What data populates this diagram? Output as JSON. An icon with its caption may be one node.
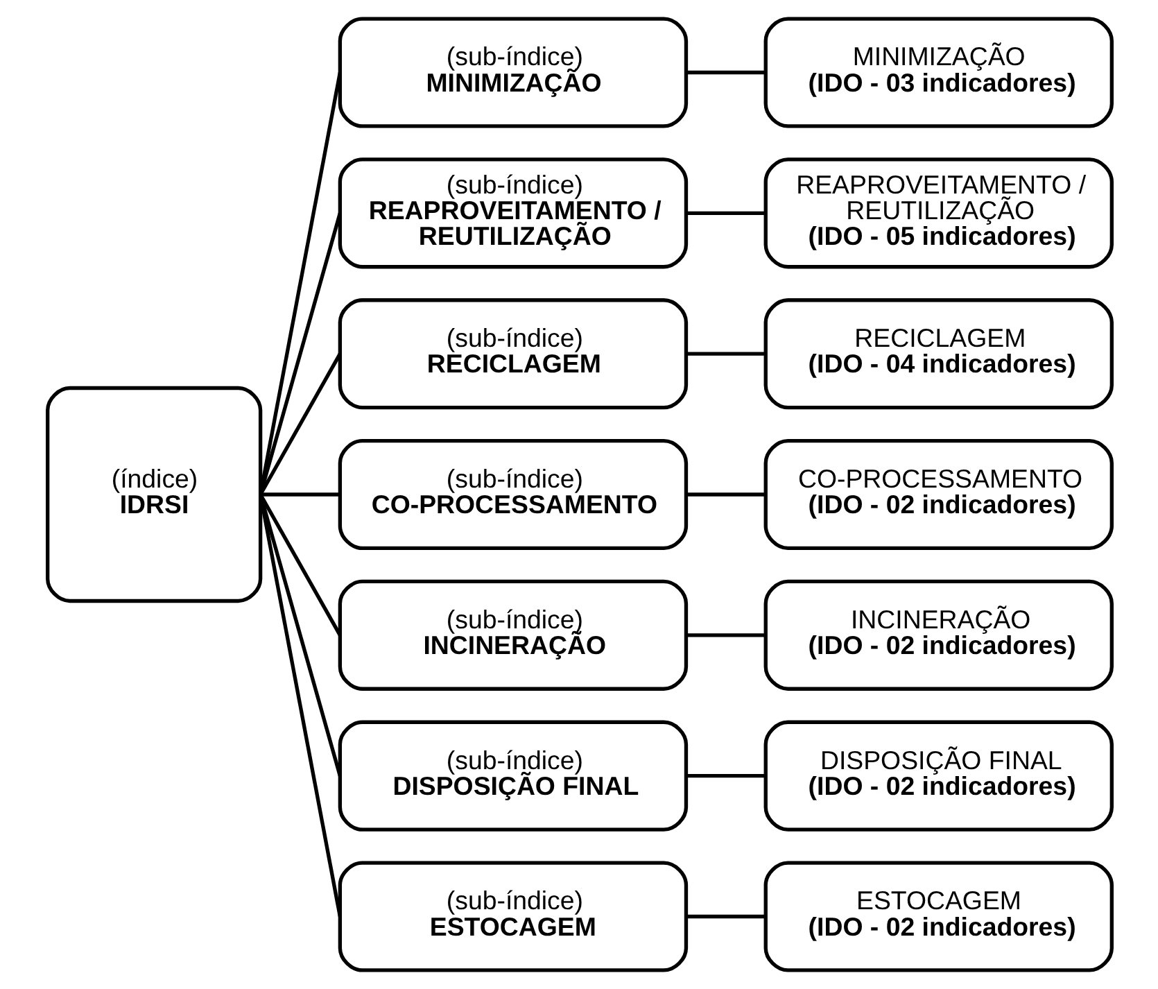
{
  "diagram": {
    "nodes": [
      {
        "text": [
          "(índice)",
          "IDRSI"
        ]
      },
      {
        "text": [
          "(sub-índice)",
          "MINIMIZAÇÃO"
        ]
      },
      {
        "text": [
          "MINIMIZAÇÃO",
          "(IDO - 03 indicadores)"
        ]
      },
      {
        "text": [
          "(sub-índice)",
          "REAPROVEITAMENTO / REUTILIZAÇÃO"
        ]
      },
      {
        "text": [
          "REAPROVEITAMENTO / REUTILIZAÇÃO",
          "(IDO - 05 indicadores)"
        ]
      },
      {
        "text": [
          "(sub-índice)",
          "RECICLAGEM"
        ]
      },
      {
        "text": [
          "RECICLAGEM",
          "(IDO - 04 indicadores)"
        ]
      },
      {
        "text": [
          "(sub-índice)",
          "CO-PROCESSAMENTO"
        ]
      },
      {
        "text": [
          "CO-PROCESSAMENTO",
          "(IDO - 02 indicadores)"
        ]
      },
      {
        "text": [
          "(sub-índice)",
          "INCINERAÇÃO"
        ]
      },
      {
        "text": [
          "INCINERAÇÃO",
          "(IDO - 02 indicadores)"
        ]
      },
      {
        "text": [
          "(sub-índice)",
          "DISPOSIÇÃO FINAL"
        ]
      },
      {
        "text": [
          "DISPOSIÇÃO FINAL",
          "(IDO - 02 indicadores)"
        ]
      },
      {
        "text": [
          "(sub-índice)",
          "ESTOCAGEM"
        ]
      },
      {
        "text": [
          "ESTOCAGEM",
          "(IDO - 02 indicadores)"
        ]
      }
    ],
    "edges": [
      {
        "from": 0,
        "to": 1,
        "arrow": "none"
      },
      {
        "from": 0,
        "to": 3,
        "arrow": "none"
      },
      {
        "from": 0,
        "to": 5,
        "arrow": "none"
      },
      {
        "from": 0,
        "to": 7,
        "arrow": "none"
      },
      {
        "from": 0,
        "to": 9,
        "arrow": "none"
      },
      {
        "from": 0,
        "to": 11,
        "arrow": "none"
      },
      {
        "from": 0,
        "to": 13,
        "arrow": "none"
      },
      {
        "from": 1,
        "to": 2,
        "arrow": "none"
      },
      {
        "from": 3,
        "to": 4,
        "arrow": "none"
      },
      {
        "from": 5,
        "to": 6,
        "arrow": "none"
      },
      {
        "from": 7,
        "to": 8,
        "arrow": "none"
      },
      {
        "from": 9,
        "to": 10,
        "arrow": "none"
      },
      {
        "from": 11,
        "to": 12,
        "arrow": "none"
      },
      {
        "from": 13,
        "to": 14,
        "arrow": "none"
      }
    ]
  }
}
